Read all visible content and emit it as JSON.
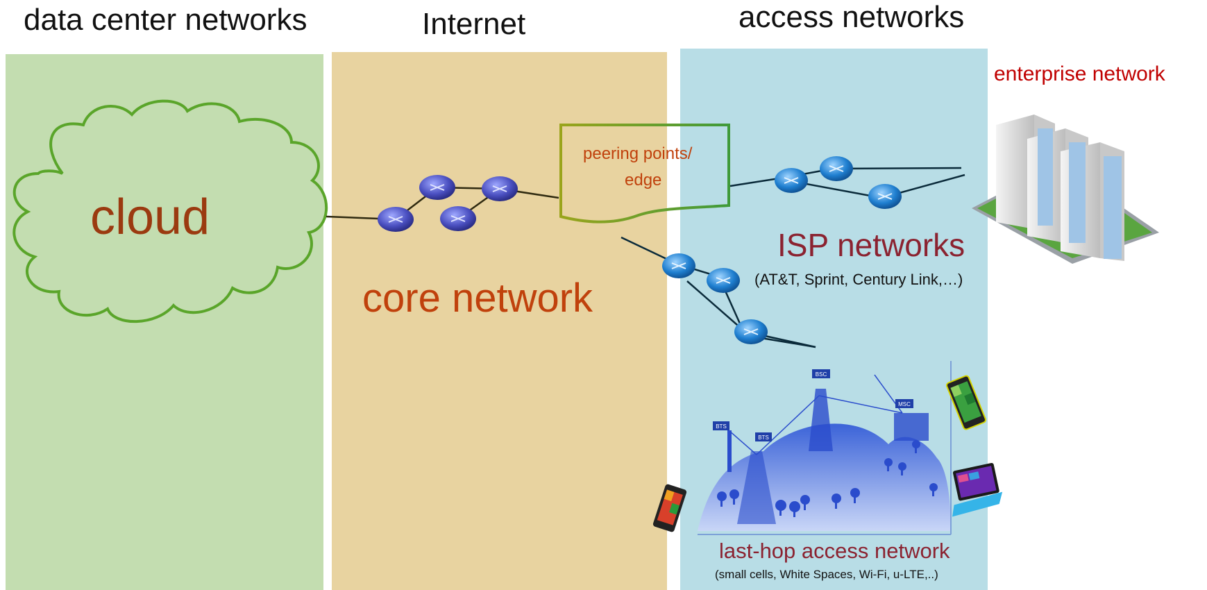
{
  "headers": {
    "data_center": "data center networks",
    "internet": "Internet",
    "access": "access networks"
  },
  "labels": {
    "cloud": "cloud",
    "core": "core network",
    "peering_line1": "peering points/",
    "peering_line2": "edge",
    "isp_title": "ISP networks",
    "isp_examples": "(AT&T, Sprint, Century Link,…)",
    "enterprise": "enterprise network",
    "last_hop": "last-hop access network",
    "last_hop_examples": "(small cells, White Spaces, Wi-Fi, u-LTE,..)",
    "cell_tags": [
      "BSC",
      "MSC",
      "BTS",
      "BTS"
    ]
  },
  "colors": {
    "data_center_bg": "#c3ddb0",
    "internet_bg": "#e8d3a0",
    "access_bg": "#b8dde6",
    "cloud_stroke": "#5aa52a",
    "cloud_text": "#9b3a10",
    "core_text": "#c0410c",
    "peering_text": "#c0410c",
    "isp_text": "#8b2230",
    "enterprise_text": "#c00000",
    "last_hop_text": "#8b2230"
  }
}
